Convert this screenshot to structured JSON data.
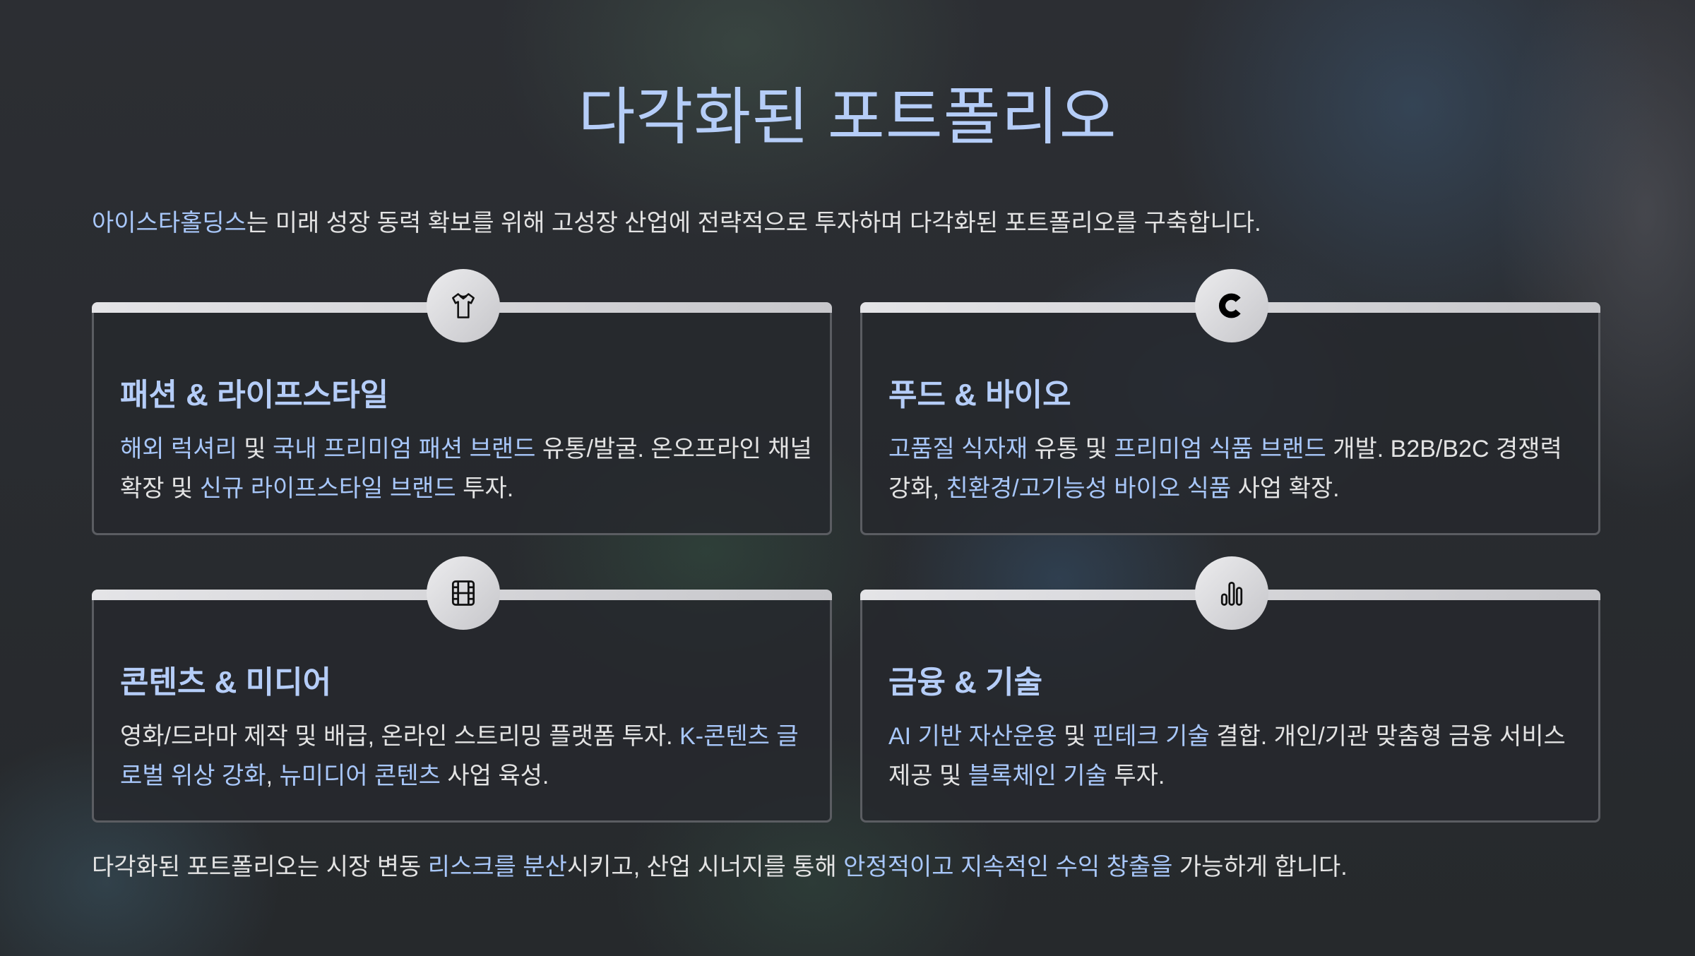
{
  "title": "다각화된 포트폴리오",
  "intro": [
    {
      "text": "아이스타홀딩스",
      "hl": true
    },
    {
      "text": "는 미래 성장 동력 확보를 위해 고성장 산업에 전략적으로 투자하며 다각화된 포트폴리오를 구축합니다.",
      "hl": false
    }
  ],
  "cards": [
    {
      "icon": "tshirt-icon",
      "title": "패션 & 라이프스타일",
      "desc": [
        {
          "text": "해외 럭셔리",
          "hl": true
        },
        {
          "text": " 및 ",
          "hl": false
        },
        {
          "text": "국내 프리미엄 패션 브랜드",
          "hl": true
        },
        {
          "text": " 유통/발굴. 온오프라인 채널 확장 및 ",
          "hl": false
        },
        {
          "text": "신규 라이프스타일 브랜드",
          "hl": true
        },
        {
          "text": " 투자.",
          "hl": false
        }
      ]
    },
    {
      "icon": "c-logo-icon",
      "title": "푸드 & 바이오",
      "desc": [
        {
          "text": "고품질 식자재",
          "hl": true
        },
        {
          "text": " 유통 및 ",
          "hl": false
        },
        {
          "text": "프리미엄 식품 브랜드",
          "hl": true
        },
        {
          "text": " 개발. B2B/B2C 경쟁력 강화, ",
          "hl": false
        },
        {
          "text": "친환경/고기능성 바이오 식품",
          "hl": true
        },
        {
          "text": " 사업 확장.",
          "hl": false
        }
      ]
    },
    {
      "icon": "film-icon",
      "title": "콘텐츠 & 미디어",
      "desc": [
        {
          "text": "영화/드라마 제작 및 배급, 온라인 스트리밍 플랫폼 투자. ",
          "hl": false
        },
        {
          "text": "K-콘텐츠 글로벌 위상 강화",
          "hl": true
        },
        {
          "text": ", ",
          "hl": false
        },
        {
          "text": "뉴미디어 콘텐츠",
          "hl": true
        },
        {
          "text": " 사업 육성.",
          "hl": false
        }
      ]
    },
    {
      "icon": "bar-chart-icon",
      "title": "금융 & 기술",
      "desc": [
        {
          "text": "AI 기반 자산운용",
          "hl": true
        },
        {
          "text": " 및 ",
          "hl": false
        },
        {
          "text": "핀테크 기술",
          "hl": true
        },
        {
          "text": " 결합. 개인/기관 맞춤형 금융 서비스 제공 및 ",
          "hl": false
        },
        {
          "text": "블록체인 기술",
          "hl": true
        },
        {
          "text": " 투자.",
          "hl": false
        }
      ]
    }
  ],
  "footer": [
    {
      "text": "다각화된 포트폴리오는 시장 변동 ",
      "hl": false
    },
    {
      "text": "리스크를 분산",
      "hl": true
    },
    {
      "text": "시키고, 산업 시너지를 통해 ",
      "hl": false
    },
    {
      "text": "안정적이고 지속적인 수익 창출을",
      "hl": true
    },
    {
      "text": " 가능하게 합니다.",
      "hl": false
    }
  ],
  "colors": {
    "accent": "#a8c7fa",
    "title": "#b5cdf8",
    "text": "#e3e3e3"
  }
}
